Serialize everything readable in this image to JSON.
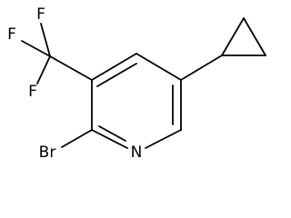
{
  "molecule": {
    "atoms": {
      "fluorine_1": "F",
      "fluorine_2": "F",
      "fluorine_3": "F",
      "bromine": "Br",
      "nitrogen": "N"
    }
  },
  "colors": {
    "background": "#ffffff",
    "bond": "#000000",
    "label": "#000000"
  }
}
